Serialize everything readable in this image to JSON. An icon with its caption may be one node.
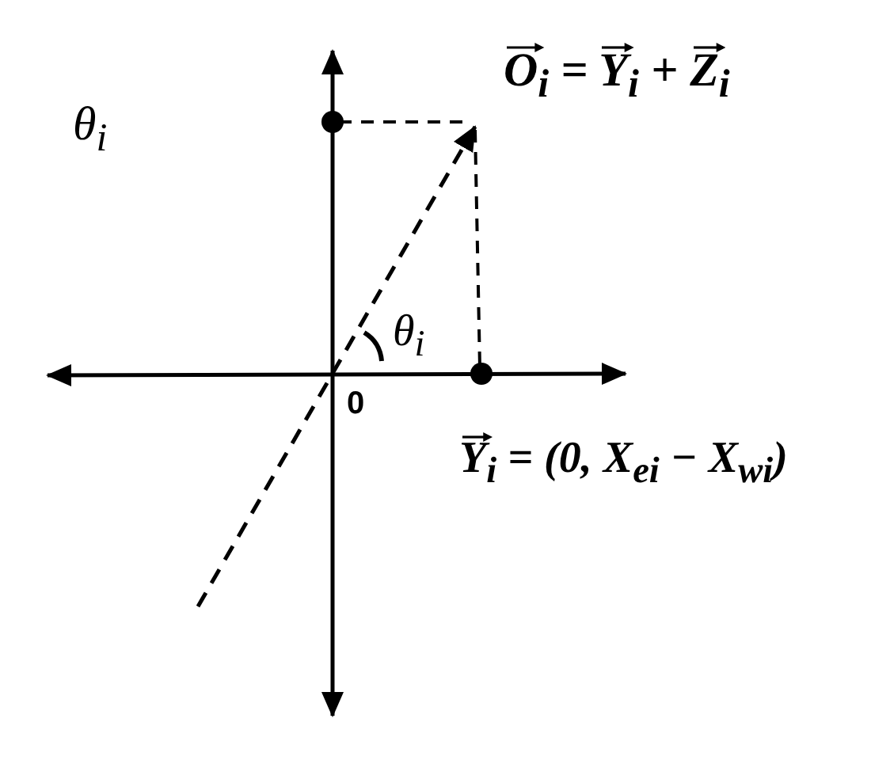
{
  "diagram": {
    "labels": [
      "O$_{i}$ = Y$_{i}$ + Z$_{i}$",
      "θ$_{i}$",
      "θ$_{i}$",
      "0",
      "Y$_{i}$ = (0, X$_{ei}$ − X$_{wi}$)"
    ]
  }
}
